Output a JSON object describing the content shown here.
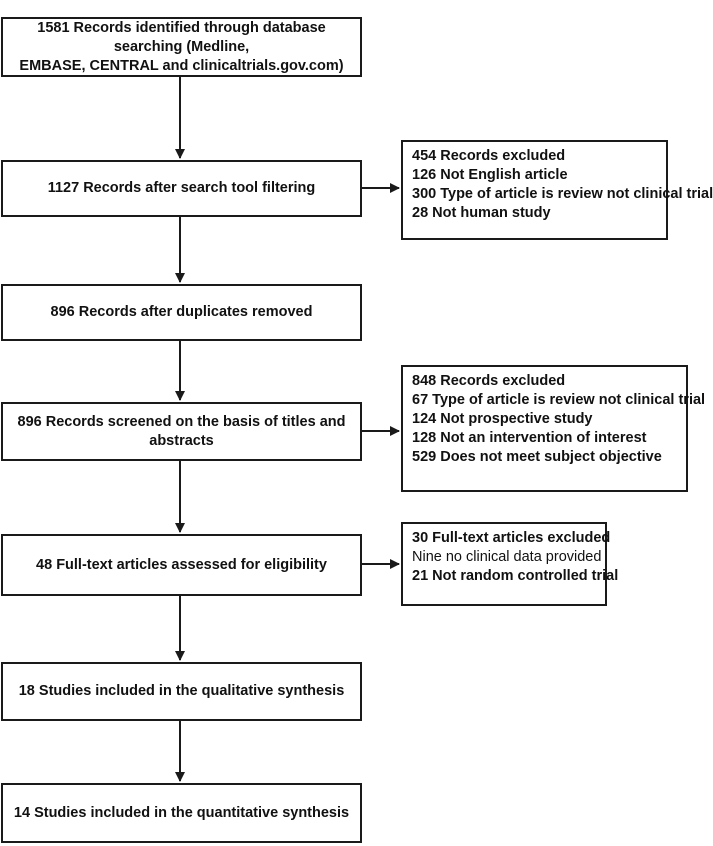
{
  "main_boxes": [
    {
      "line1": "1581 Records identified through database searching (Medline,",
      "line2": "EMBASE, CENTRAL and clinicaltrials.gov.com)"
    },
    {
      "line1": "1127 Records after search tool filtering"
    },
    {
      "line1": "896 Records after duplicates removed"
    },
    {
      "line1": "896 Records screened on the basis of titles and abstracts"
    },
    {
      "line1": "48 Full-text articles assessed for eligibility"
    },
    {
      "line1": "18 Studies included in the qualitative synthesis"
    },
    {
      "line1": "14 Studies included in the quantitative synthesis"
    }
  ],
  "exclusion_boxes": [
    {
      "lines": [
        "454 Records excluded",
        "126 Not English article",
        "300 Type of article is review not clinical trial",
        "28 Not human study"
      ]
    },
    {
      "lines": [
        "848 Records excluded",
        "67 Type of article is review not clinical trial",
        "124 Not prospective study",
        "128 Not an intervention of interest",
        "529 Does not meet subject objective"
      ]
    },
    {
      "lines": [
        "30 Full-text articles excluded",
        "Nine no clinical data provided",
        "21 Not random controlled trial"
      ]
    }
  ]
}
